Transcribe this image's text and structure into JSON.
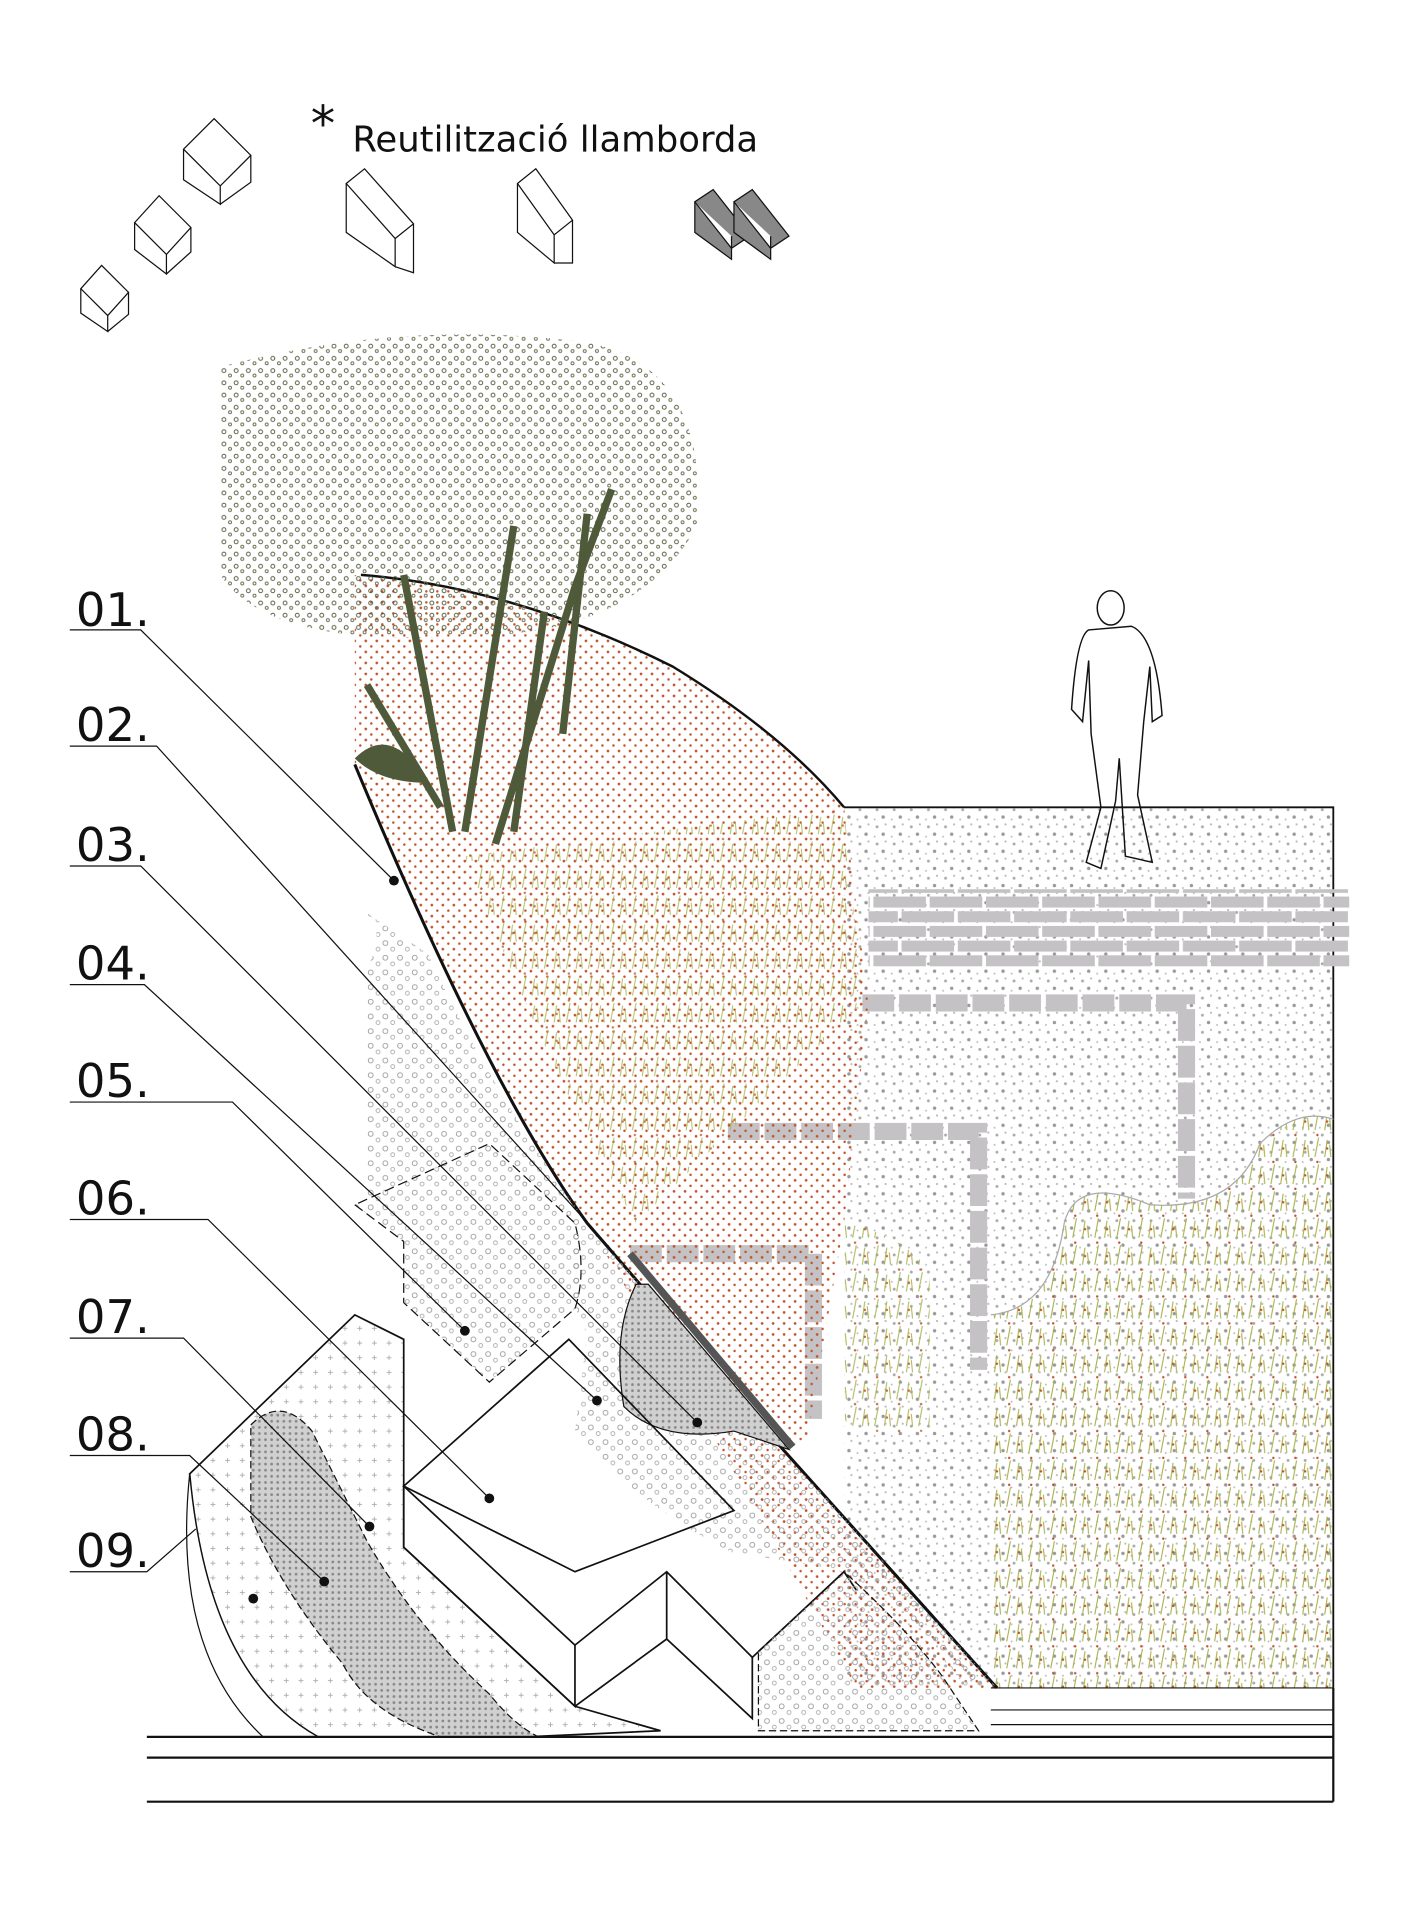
{
  "legend": {
    "asterisk": "*",
    "title": "Reutilització llamborda"
  },
  "labels": [
    "01.",
    "02.",
    "03.",
    "04.",
    "05.",
    "06.",
    "07.",
    "08.",
    "09."
  ],
  "colors": {
    "earth_dots": "#c0532b",
    "vegetation": "#4f5a3a",
    "grass": "#a7b24a",
    "concrete_speckle": "#9a9a9a",
    "paver": "#c4c2c4",
    "line": "#111111"
  }
}
